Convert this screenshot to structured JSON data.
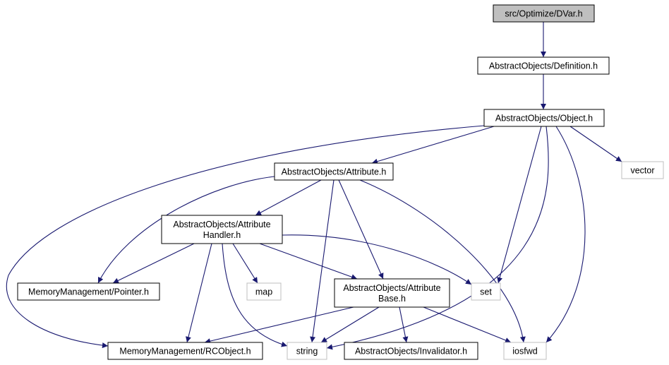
{
  "graph": {
    "colors": {
      "edge": "#191970",
      "root_fill": "#bfbfbf",
      "node_border": "#000000",
      "system_border": "#bfbfbf",
      "text": "#000000"
    },
    "nodes": [
      {
        "id": "dvar",
        "lines": [
          "src/Optimize/DVar.h"
        ],
        "kind": "root"
      },
      {
        "id": "definition",
        "lines": [
          "AbstractObjects/Definition.h"
        ],
        "kind": "header"
      },
      {
        "id": "object",
        "lines": [
          "AbstractObjects/Object.h"
        ],
        "kind": "header"
      },
      {
        "id": "vector",
        "lines": [
          "vector"
        ],
        "kind": "system"
      },
      {
        "id": "attribute",
        "lines": [
          "AbstractObjects/Attribute.h"
        ],
        "kind": "header"
      },
      {
        "id": "attr-handler",
        "lines": [
          "AbstractObjects/Attribute",
          "Handler.h"
        ],
        "kind": "header"
      },
      {
        "id": "pointer",
        "lines": [
          "MemoryManagement/Pointer.h"
        ],
        "kind": "header"
      },
      {
        "id": "map",
        "lines": [
          "map"
        ],
        "kind": "system"
      },
      {
        "id": "attr-base",
        "lines": [
          "AbstractObjects/Attribute",
          "Base.h"
        ],
        "kind": "header"
      },
      {
        "id": "set",
        "lines": [
          "set"
        ],
        "kind": "system"
      },
      {
        "id": "rcobject",
        "lines": [
          "MemoryManagement/RCObject.h"
        ],
        "kind": "header"
      },
      {
        "id": "string",
        "lines": [
          "string"
        ],
        "kind": "system"
      },
      {
        "id": "invalidator",
        "lines": [
          "AbstractObjects/Invalidator.h"
        ],
        "kind": "header"
      },
      {
        "id": "iosfwd",
        "lines": [
          "iosfwd"
        ],
        "kind": "system"
      }
    ],
    "edges": [
      {
        "from": "dvar",
        "to": "definition"
      },
      {
        "from": "definition",
        "to": "object"
      },
      {
        "from": "object",
        "to": "attribute"
      },
      {
        "from": "object",
        "to": "vector"
      },
      {
        "from": "object",
        "to": "set"
      },
      {
        "from": "object",
        "to": "string"
      },
      {
        "from": "object",
        "to": "iosfwd"
      },
      {
        "from": "object",
        "to": "rcobject"
      },
      {
        "from": "attribute",
        "to": "attr-handler"
      },
      {
        "from": "attribute",
        "to": "pointer"
      },
      {
        "from": "attribute",
        "to": "string"
      },
      {
        "from": "attribute",
        "to": "attr-base"
      },
      {
        "from": "attribute",
        "to": "iosfwd"
      },
      {
        "from": "attr-handler",
        "to": "pointer"
      },
      {
        "from": "attr-handler",
        "to": "map"
      },
      {
        "from": "attr-handler",
        "to": "attr-base"
      },
      {
        "from": "attr-handler",
        "to": "set"
      },
      {
        "from": "attr-handler",
        "to": "rcobject"
      },
      {
        "from": "attr-handler",
        "to": "string"
      },
      {
        "from": "attr-base",
        "to": "rcobject"
      },
      {
        "from": "attr-base",
        "to": "string"
      },
      {
        "from": "attr-base",
        "to": "invalidator"
      },
      {
        "from": "attr-base",
        "to": "iosfwd"
      }
    ]
  }
}
